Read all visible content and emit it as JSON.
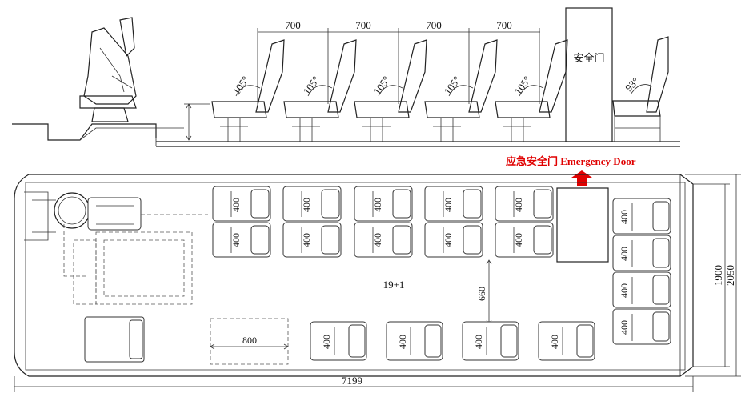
{
  "side_view": {
    "pitch_labels": [
      "700",
      "700",
      "700",
      "700"
    ],
    "recline_labels": [
      "105°",
      "105°",
      "105°",
      "105°",
      "105°"
    ],
    "last_recline_label": "93°",
    "safety_door_label": "安全门"
  },
  "emergency": {
    "label": "应急安全门  Emergency Door",
    "arrow_color": "#e00000"
  },
  "floor_plan": {
    "seat_width_label": "400",
    "capacity_label": "19+1",
    "aisle_label": "660",
    "gap_label": "800",
    "length_label": "7199",
    "inner_width_label": "1900",
    "outer_width_label": "2050"
  }
}
